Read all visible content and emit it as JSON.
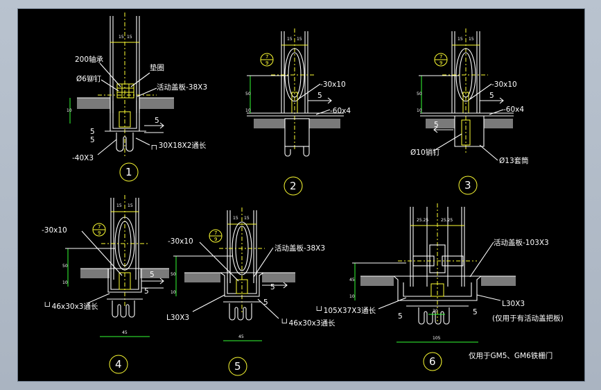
{
  "colors": {
    "background": "#000000",
    "linework": "#ffffff",
    "centerline": "#ffff33",
    "dimension": "#33ff33"
  },
  "details": [
    {
      "number": "1",
      "labels": {
        "bearing": "200轴承",
        "washer": "垫圈",
        "rivet": "Ø6铆钉",
        "cover": "活动盖板-38X3",
        "flat": "-40X3",
        "channel": "┌┐30X18X2通长",
        "five_a": "5",
        "five_b": "5",
        "five_c": "5"
      },
      "dims": {
        "a": "15",
        "b": "15",
        "c": "10"
      }
    },
    {
      "number": "2",
      "labels": {
        "bar": "-30x10",
        "plate": "-60x4",
        "five": "5"
      },
      "dims": {
        "a": "15",
        "b": "15",
        "c": "50",
        "d": "10"
      },
      "circle": {
        "top": "7",
        "bottom": "9"
      }
    },
    {
      "number": "3",
      "labels": {
        "bar": "-30x10",
        "plate": "-60x4",
        "five_a": "5",
        "five_b": "5",
        "pin": "Ø10销钉",
        "sleeve": "Ø13套筒"
      },
      "dims": {
        "a": "15",
        "b": "15",
        "c": "50",
        "d": "10"
      },
      "circle": {
        "top": "7",
        "bottom": "9"
      }
    },
    {
      "number": "4",
      "labels": {
        "bar": "-30x10",
        "angle": "└┘46x30x3通长",
        "five_a": "5",
        "five_b": "5"
      },
      "dims": {
        "a": "15",
        "b": "15",
        "c": "50",
        "d": "10",
        "width": "45"
      },
      "circle": {
        "top": "7",
        "bottom": "9"
      }
    },
    {
      "number": "5",
      "labels": {
        "bar": "-30x10",
        "cover": "活动盖板-38X3",
        "l": "L30X3",
        "angle": "└┘46x30x3通长",
        "five_a": "5",
        "five_b": "5"
      },
      "dims": {
        "a": "15",
        "b": "15",
        "c": "50",
        "d": "10",
        "width": "45"
      },
      "circle": {
        "top": "7",
        "bottom": "9"
      }
    },
    {
      "number": "6",
      "labels": {
        "cover": "活动盖板-103X3",
        "angle": "└┘105X37X3通长",
        "l": "L30X3",
        "note": "(仅用于有活动盖把板)",
        "usage": "仅用于GM5、GM6铁栅门",
        "five_a": "5",
        "five_b": "5"
      },
      "dims": {
        "a": "25.25",
        "b": "25.25",
        "c": "45",
        "d": "10",
        "width": "105",
        "inner": "30"
      }
    }
  ]
}
